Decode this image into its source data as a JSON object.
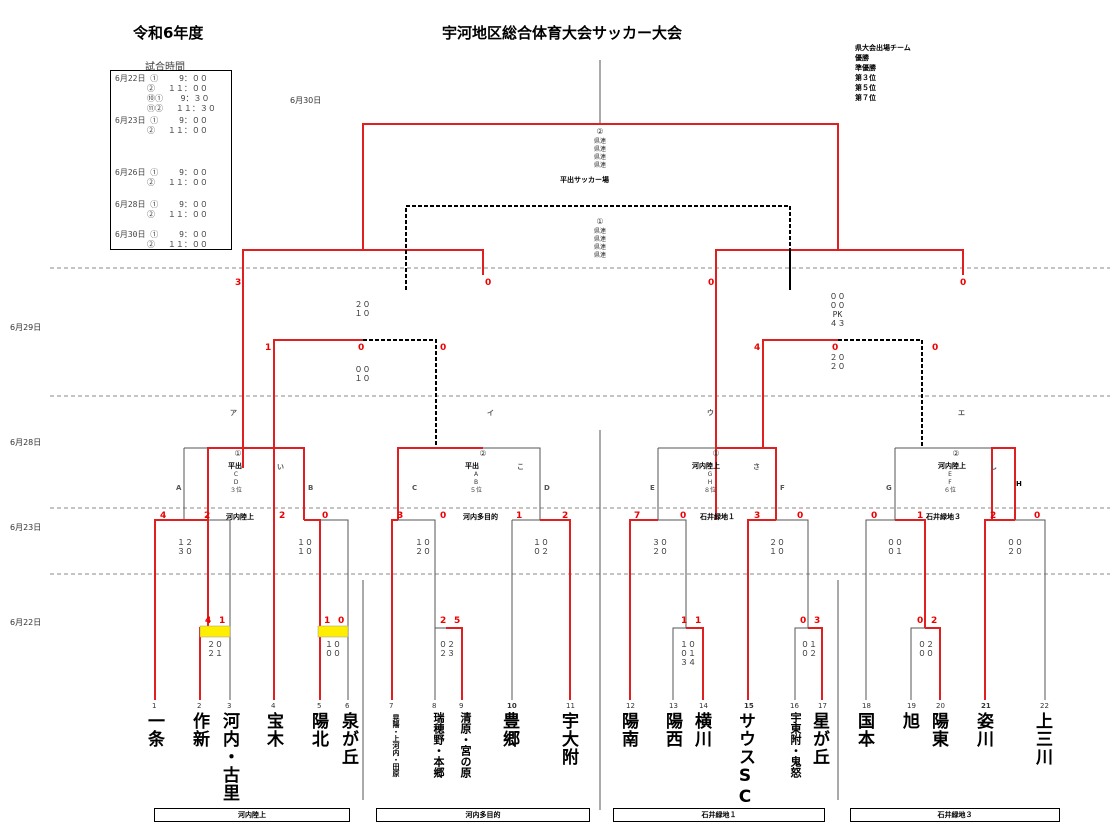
{
  "header": {
    "year": "令和6年度",
    "title": "宇河地区総合体育大会サッカー大会"
  },
  "legend": {
    "heading": "試合時間",
    "rows": [
      "6月22日 ① 　　9：００",
      "　　　　② 　１１：００",
      "　　　　⑩① 　 9：３０",
      "　　　　⑪② 　１１：３０",
      "6月23日 ① 　　9：００",
      "　　　　② 　１１：００",
      "6月26日 ① 　　9：００",
      "　　　　② 　１１：００",
      "6月28日 ① 　　9：００",
      "　　　　② 　１１：００",
      "6月30日 ① 　　9：００",
      "　　　　② 　１１：００"
    ]
  },
  "key": {
    "lines": [
      "県大会出場チーム",
      "優勝",
      "準優勝",
      "第３位",
      "第５位",
      "第７位"
    ]
  },
  "dates": {
    "d30": "6月30日",
    "d29": "6月29日",
    "d28": "6月28日",
    "d23": "6月23日",
    "d22": "6月22日"
  },
  "final": {
    "num": "②",
    "lines": "県連\n県連\n県連\n県連",
    "venue": "平出サッカー場"
  },
  "third": {
    "num": "①",
    "lines": "県連\n県連\n県連\n県連"
  },
  "scores": {
    "sf_l_left": "3",
    "sf_l_right": "0",
    "sf_r_left": "0",
    "sf_r_right": "0",
    "sf_l_detail": "２０\n１０",
    "sf_r_detail": "００\n００\nPK\n４３",
    "qf1_left": "1",
    "qf1_right": "0",
    "qf1_detail": "００\n１０",
    "qf2_left": "4",
    "qf2_right": "0",
    "qf2_detail": "２０\n２０",
    "r2_1_l": "4",
    "r2_1_r": "2",
    "r2_1_d": "１２\n３０",
    "r2_2_l": "2",
    "r2_2_r": "0",
    "r2_2_d": "１０\n１０",
    "r2_3_l": "3",
    "r2_3_r": "0",
    "r2_3_d": "１０\n２０",
    "r2_4_l": "1",
    "r2_4_r": "2",
    "r2_4_d": "１０\n０２",
    "r2_5_l": "7",
    "r2_5_r": "0",
    "r2_5_d": "３０\n２０",
    "r2_6_l": "3",
    "r2_6_r": "0",
    "r2_6_d": "２０\n１０",
    "r2_7_l": "0",
    "r2_7_r": "1",
    "r2_7_d": "００\n０１",
    "r2_8_l": "2",
    "r2_8_r": "0",
    "r2_8_d": "００\n２０",
    "r1_1_l": "4",
    "r1_1_r": "1",
    "r1_1_d": "２０\n２１",
    "r1_2_l": "1",
    "r1_2_r": "0",
    "r1_2_d": "１０\n００",
    "r1_3_l": "2",
    "r1_3_r": "5",
    "r1_3_d": "０２\n２３",
    "r1_4_l": "1",
    "r1_4_r": "1",
    "r1_4_d": "１０\n０１\n３４",
    "r1_5_l": "0",
    "r1_5_r": "3",
    "r1_5_d": "０１\n０２",
    "r1_6_l": "0",
    "r1_6_r": "2",
    "r1_6_d": "０２\n００"
  },
  "venues_mid": {
    "v1": "河内陸上",
    "v2": "河内多目的",
    "v3": "石井緑地１",
    "v4": "石井緑地３"
  },
  "qf_venues": {
    "a": "平出",
    "b": "平出",
    "c": "河内陸上",
    "d": "河内陸上"
  },
  "qf_nums": {
    "a": "①",
    "b": "②",
    "c": "①",
    "d": "②"
  },
  "qf_detail": {
    "a": "C\nD\n３位",
    "b": "A\nB\n５位",
    "c": "G\nH\n８位",
    "d": "E\nF\n６位"
  },
  "seats": {
    "A": "A",
    "B": "B",
    "C": "C",
    "D": "D",
    "E": "E",
    "F": "F",
    "G": "G",
    "H": "H",
    "ka": "ア",
    "ki": "イ",
    "ku": "ウ",
    "ke": "エ",
    "i": "い",
    "ko": "こ",
    "sa": "さ",
    "shi": "し"
  },
  "teams": [
    {
      "num": "1",
      "name": "一条"
    },
    {
      "num": "2",
      "name": "作新"
    },
    {
      "num": "3",
      "name": "河内・古里"
    },
    {
      "num": "4",
      "name": "宝木"
    },
    {
      "num": "5",
      "name": "陽北"
    },
    {
      "num": "6",
      "name": "泉が丘"
    },
    {
      "num": "7",
      "name": "晃陽・上河内・田原"
    },
    {
      "num": "8",
      "name": "瑞穂野・本郷"
    },
    {
      "num": "9",
      "name": "清原・宮の原"
    },
    {
      "num": "10",
      "name": "豊郷"
    },
    {
      "num": "11",
      "name": "宇大附"
    },
    {
      "num": "12",
      "name": "陽南"
    },
    {
      "num": "13",
      "name": "陽西"
    },
    {
      "num": "14",
      "name": "横川"
    },
    {
      "num": "15",
      "name": "サウスSC"
    },
    {
      "num": "16",
      "name": "宇東附・鬼怒"
    },
    {
      "num": "17",
      "name": "星が丘"
    },
    {
      "num": "18",
      "name": "国本"
    },
    {
      "num": "19",
      "name": "旭"
    },
    {
      "num": "20",
      "name": "陽東"
    },
    {
      "num": "21",
      "name": "姿川"
    },
    {
      "num": "22",
      "name": "上三川"
    }
  ],
  "venues_bottom": [
    "河内陸上",
    "河内多目的",
    "石井緑地１",
    "石井緑地３"
  ],
  "colors": {
    "win": "#e02020",
    "lose": "#555555",
    "highlight": "#ffee00"
  }
}
